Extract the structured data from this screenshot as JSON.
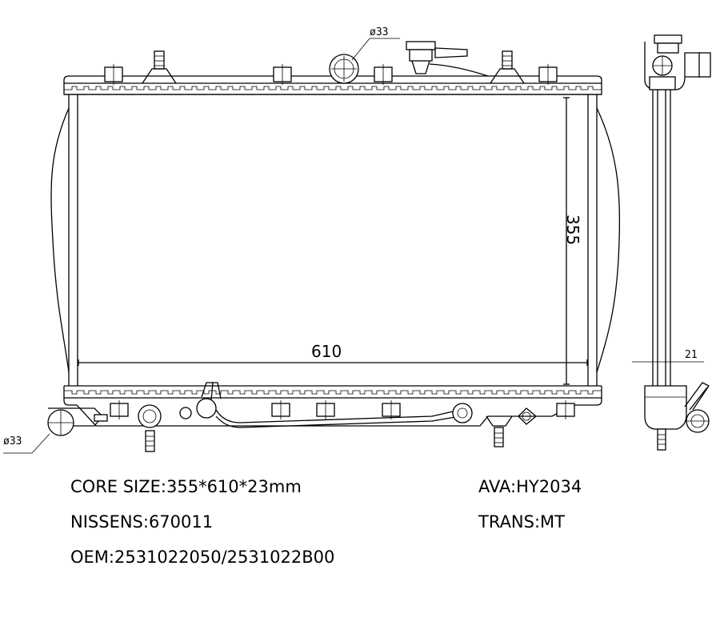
{
  "dimensions": {
    "height": "355",
    "width": "610",
    "depth": "21",
    "cap_diameter": "ø33",
    "outlet_diameter": "ø33"
  },
  "specs": {
    "core_size": "CORE SIZE:355*610*23mm",
    "nissens": "NISSENS:670011",
    "oem": "OEM:2531022050/2531022B00",
    "ava": "AVA:HY2034",
    "trans": "TRANS:MT"
  }
}
